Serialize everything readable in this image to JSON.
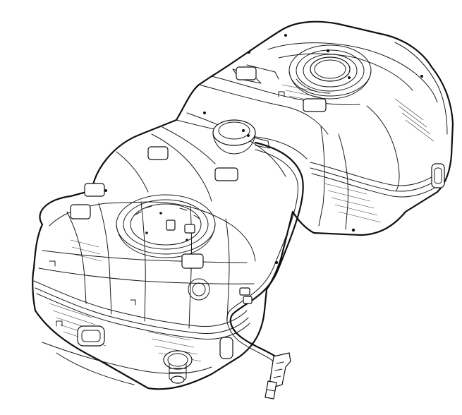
{
  "figure": {
    "subject": "fuel-tank-line-drawing",
    "colors": {
      "stroke": "#111111",
      "background": "#ffffff"
    },
    "components": [
      "tank-body",
      "left-pump-module",
      "right-pump-module",
      "center-sender-unit",
      "filler-hose",
      "hose-connector",
      "drain-plug",
      "mounting-pockets"
    ]
  }
}
